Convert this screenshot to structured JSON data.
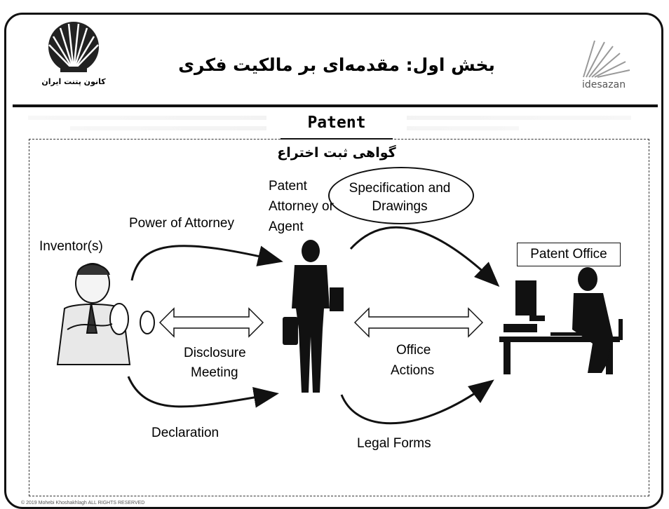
{
  "header": {
    "title": "بخش اول: مقدمه‌ای بر مالکیت فکری",
    "left_logo_text": "کانون پتنت ایران",
    "right_logo_text": "idesazan"
  },
  "subtitle": "Patent",
  "persian_subtitle": "گواهی ثبت اختراع",
  "diagram": {
    "inventor": "Inventor(s)",
    "attorney_lines": [
      "Patent",
      "Attorney or",
      "Agent"
    ],
    "spec_lines": [
      "Specification and",
      "Drawings"
    ],
    "patent_office": "Patent Office",
    "power_of_attorney": "Power of Attorney",
    "disclosure_lines": [
      "Disclosure",
      "Meeting"
    ],
    "office_actions_lines": [
      "Office",
      "Actions"
    ],
    "declaration": "Declaration",
    "legal_forms": "Legal Forms"
  },
  "footer": "© 2019 Mohebi Khoshakhlagh ALL RIGHTS RESERVED",
  "colors": {
    "ink": "#111111",
    "frame": "#111111"
  }
}
